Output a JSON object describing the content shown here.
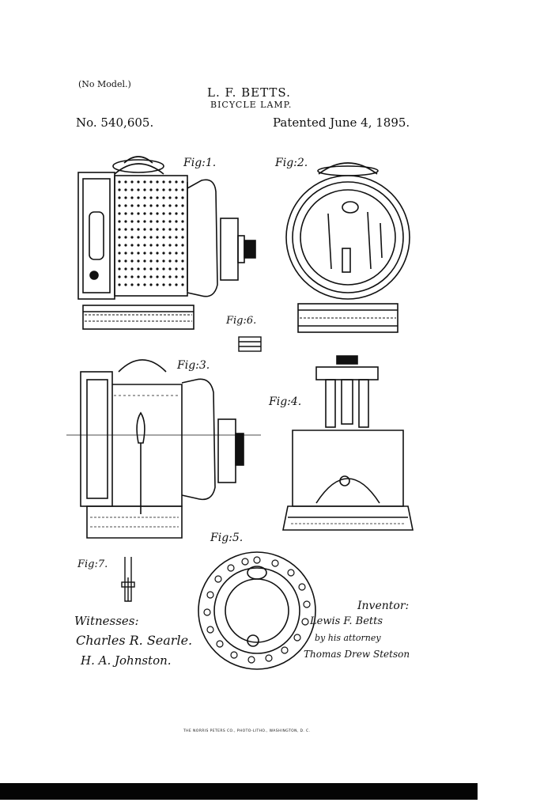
{
  "header": {
    "no_model": "(No Model.)",
    "inventor": "L. F. BETTS.",
    "subject": "BICYCLE LAMP.",
    "patent_number": "No. 540,605.",
    "patent_date": "Patented June 4, 1895."
  },
  "figures": {
    "fig1": "Fig:1.",
    "fig2": "Fig:2.",
    "fig3": "Fig:3.",
    "fig4": "Fig:4.",
    "fig5": "Fig:5.",
    "fig6": "Fig:6.",
    "fig7": "Fig:7."
  },
  "signatures": {
    "witnesses_label": "Witnesses:",
    "witness_1": "Charles R. Searle.",
    "witness_2": "H. A. Johnston.",
    "inventor_label": "Inventor:",
    "inventor_signature": "Lewis F. Betts",
    "attorney_line": "by his attorney",
    "attorney_signature": "Thomas Drew Stetson"
  },
  "printer_credit": "THE NORRIS PETERS CO., PHOTO-LITHO., WASHINGTON, D. C."
}
